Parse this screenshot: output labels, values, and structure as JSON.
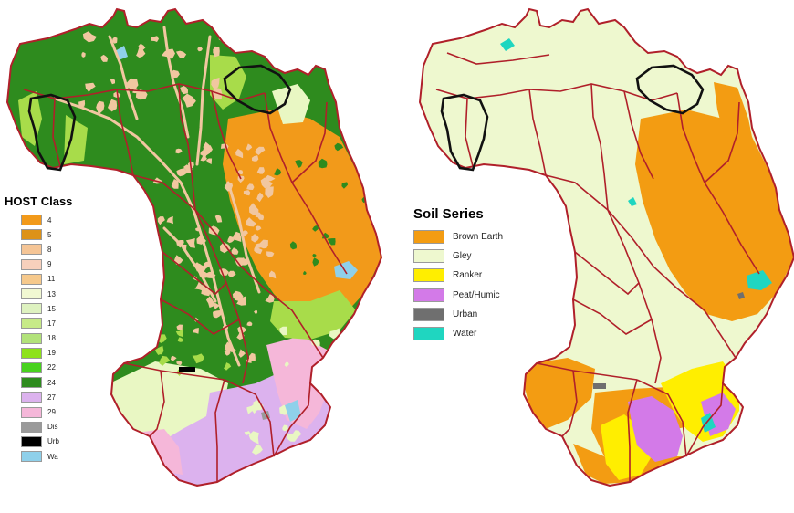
{
  "colors": {
    "ocean": "#ffffff",
    "boundary": "#b0202a",
    "highlight": "#111111",
    "host_dark_green": "#2e8b1e",
    "host_tan": "#f1c7a0",
    "host_orange": "#f29a1a",
    "host_pale": "#e9f7c3",
    "host_lime": "#a8dc4a",
    "host_lilac": "#dcb2ee",
    "host_pink": "#f5b7d9",
    "host_water": "#8fd0ea",
    "soil_gley": "#eef8cf",
    "soil_brown": "#f39c12",
    "soil_ranker": "#ffee00",
    "soil_peat": "#d37ae8",
    "soil_urban": "#6f6f6f",
    "soil_water": "#1fd6c0"
  },
  "host_legend": {
    "title": "HOST Class",
    "items": [
      {
        "label": "4",
        "color": "#f29a1a"
      },
      {
        "label": "5",
        "color": "#dd9218"
      },
      {
        "label": "8",
        "color": "#f5c596"
      },
      {
        "label": "9",
        "color": "#f7d0bc"
      },
      {
        "label": "11",
        "color": "#f6c98c"
      },
      {
        "label": "13",
        "color": "#f1f8d2"
      },
      {
        "label": "15",
        "color": "#def2c0"
      },
      {
        "label": "17",
        "color": "#c7ea88"
      },
      {
        "label": "18",
        "color": "#b2e27a"
      },
      {
        "label": "19",
        "color": "#8ee21a"
      },
      {
        "label": "22",
        "color": "#48d21e"
      },
      {
        "label": "24",
        "color": "#2e8b1e"
      },
      {
        "label": "27",
        "color": "#dcb2ee"
      },
      {
        "label": "29",
        "color": "#f5b7d9"
      },
      {
        "label": "Dis",
        "color": "#9a9a9a"
      },
      {
        "label": "Urb",
        "color": "#000000"
      },
      {
        "label": "Wa",
        "color": "#8fd0ea"
      }
    ]
  },
  "soil_legend": {
    "title": "Soil Series",
    "items": [
      {
        "label": "Brown Earth",
        "color": "#f39c12"
      },
      {
        "label": "Gley",
        "color": "#eef8cf"
      },
      {
        "label": "Ranker",
        "color": "#ffee00"
      },
      {
        "label": "Peat/Humic",
        "color": "#d37ae8"
      },
      {
        "label": "Urban",
        "color": "#6f6f6f"
      },
      {
        "label": "Water",
        "color": "#1fd6c0"
      }
    ]
  }
}
